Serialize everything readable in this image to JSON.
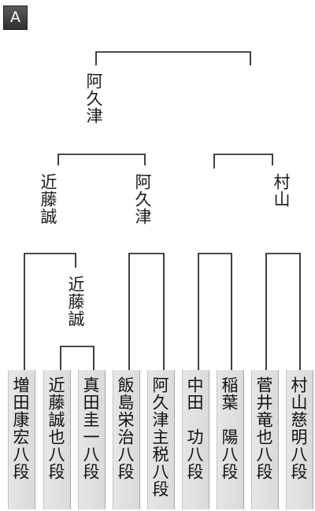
{
  "block_label": "A",
  "final": {
    "winner": "阿久津"
  },
  "semifinals": [
    {
      "winner": "近藤誠"
    },
    {
      "winner": "阿久津"
    },
    {
      "winner": ""
    },
    {
      "winner": "村山"
    }
  ],
  "preliminary": {
    "winner": "近藤誠"
  },
  "players": [
    {
      "name": "増田康宏八段"
    },
    {
      "name": "近藤誠也八段"
    },
    {
      "name": "真田圭一八段"
    },
    {
      "name": "飯島栄治八段"
    },
    {
      "name": "阿久津主税八段"
    },
    {
      "name": "中田　功八段"
    },
    {
      "name": "稲葉　陽八段"
    },
    {
      "name": "菅井竜也八段"
    },
    {
      "name": "村山慈明八段"
    }
  ]
}
